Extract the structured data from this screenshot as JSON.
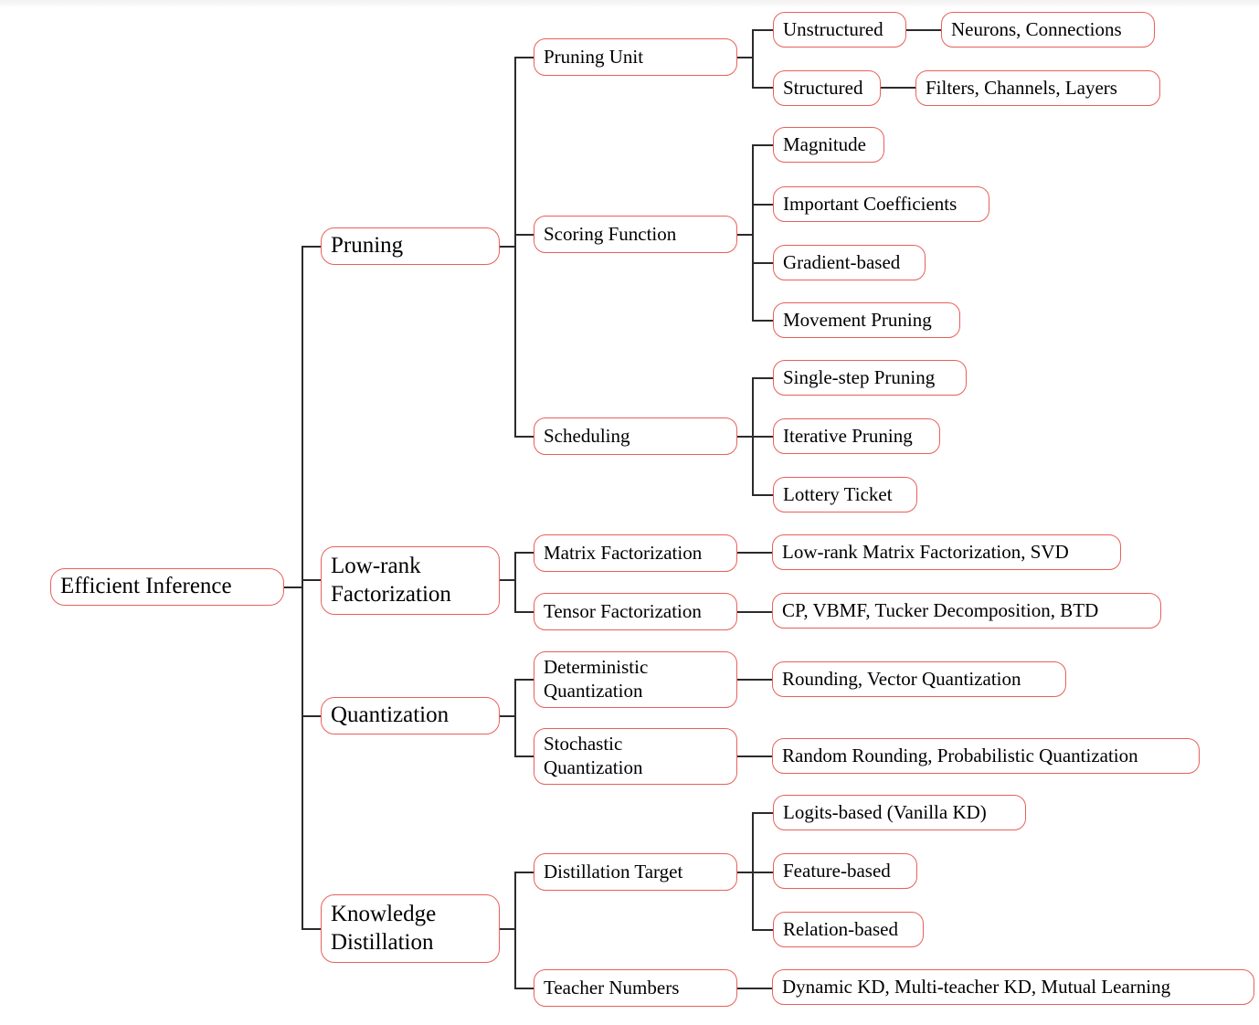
{
  "diagram": {
    "title": "Efficient Inference",
    "type": "taxonomy-tree",
    "orientation": "left-to-right",
    "colors": {
      "node_border": "#e8605a",
      "node_fill": "#ffffff",
      "edge": "#2b2b2b",
      "text": "#000000",
      "background": "#ffffff"
    }
  },
  "root": {
    "label": "Efficient Inference"
  },
  "branches": [
    {
      "label": "Pruning",
      "children": [
        {
          "label": "Pruning Unit",
          "children": [
            {
              "label": "Unstructured",
              "children": [
                {
                  "label": "Neurons, Connections"
                }
              ]
            },
            {
              "label": "Structured",
              "children": [
                {
                  "label": "Filters, Channels, Layers"
                }
              ]
            }
          ]
        },
        {
          "label": "Scoring Function",
          "children": [
            {
              "label": "Magnitude"
            },
            {
              "label": "Important Coefficients"
            },
            {
              "label": "Gradient-based"
            },
            {
              "label": "Movement Pruning"
            }
          ]
        },
        {
          "label": "Scheduling",
          "children": [
            {
              "label": "Single-step Pruning"
            },
            {
              "label": "Iterative Pruning"
            },
            {
              "label": "Lottery Ticket"
            }
          ]
        }
      ]
    },
    {
      "label": "Low-rank\nFactorization",
      "children": [
        {
          "label": "Matrix Factorization",
          "children": [
            {
              "label": "Low-rank Matrix Factorization, SVD"
            }
          ]
        },
        {
          "label": "Tensor Factorization",
          "children": [
            {
              "label": "CP, VBMF, Tucker Decomposition, BTD"
            }
          ]
        }
      ]
    },
    {
      "label": "Quantization",
      "children": [
        {
          "label": "Deterministic\nQuantization",
          "children": [
            {
              "label": "Rounding, Vector Quantization"
            }
          ]
        },
        {
          "label": "Stochastic\nQuantization",
          "children": [
            {
              "label": "Random Rounding, Probabilistic Quantization"
            }
          ]
        }
      ]
    },
    {
      "label": "Knowledge\nDistillation",
      "children": [
        {
          "label": "Distillation Target",
          "children": [
            {
              "label": "Logits-based (Vanilla KD)"
            },
            {
              "label": "Feature-based"
            },
            {
              "label": "Relation-based"
            }
          ]
        },
        {
          "label": "Teacher Numbers",
          "children": [
            {
              "label": "Dynamic KD, Multi-teacher KD, Mutual Learning"
            }
          ]
        }
      ]
    }
  ]
}
